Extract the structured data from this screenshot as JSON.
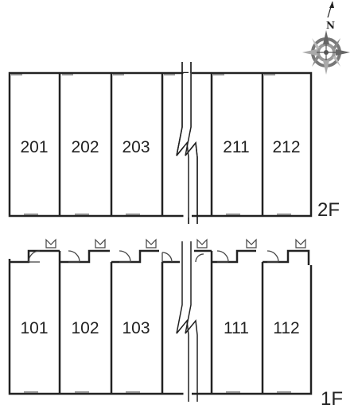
{
  "compass": {
    "north_label": "N",
    "icon": "compass-rose-icon"
  },
  "floors": [
    {
      "label": "2F",
      "units": [
        "201",
        "202",
        "203",
        "211",
        "212"
      ]
    },
    {
      "label": "1F",
      "units": [
        "101",
        "102",
        "103",
        "111",
        "112"
      ]
    }
  ],
  "colors": {
    "wall": "#222222",
    "fixture": "#888888",
    "compass": "#777777"
  }
}
